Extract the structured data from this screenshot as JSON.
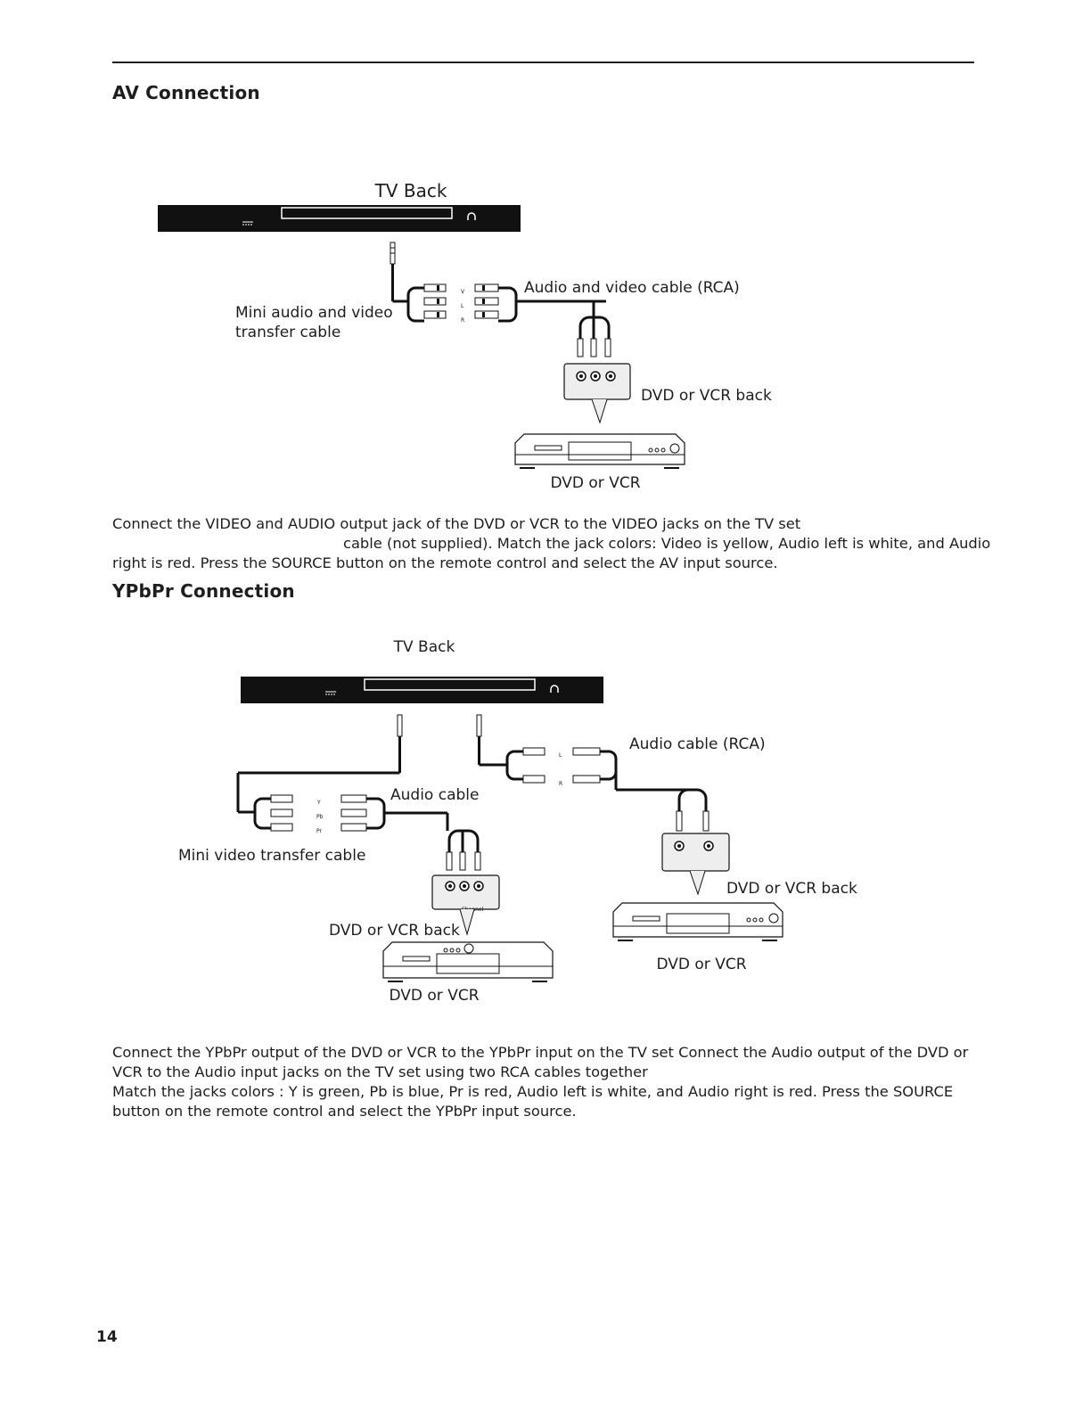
{
  "av": {
    "heading": "AV Connection",
    "tv_back": "TV Back",
    "mini_cable": [
      "Mini audio and video",
      "transfer cable"
    ],
    "rca_cable": "Audio and video cable (RCA)",
    "dvd_back": "DVD or VCR back",
    "dvd": "DVD or VCR",
    "jacks": [
      "V",
      "L",
      "R"
    ],
    "paragraph": [
      "Connect the VIDEO and AUDIO output jack of the DVD or VCR to the VIDEO jacks on the TV set",
      "cable (not supplied). Match the jack colors: Video is yellow, Audio left is white, and Audio",
      "right is red. Press the SOURCE button on the remote control and select the AV input source."
    ]
  },
  "ypbpr": {
    "heading": "YPbPr Connection",
    "tv_back": "TV Back",
    "audio_rca": "Audio cable (RCA)",
    "audio_cable": "Audio cable",
    "mini_video": "Mini video transfer cable",
    "dvd_back_left": "DVD or VCR back",
    "dvd_left": "DVD or VCR",
    "dvd_back_right": "DVD or VCR back",
    "dvd_right": "DVD or VCR",
    "video_jacks": [
      "Y",
      "Pb",
      "Pr"
    ],
    "channel_label": "Channel",
    "audio_jacks": [
      "L",
      "R"
    ],
    "paragraph": [
      "Connect the YPbPr output of the DVD or VCR to the YPbPr input on the TV set Connect the Audio output of the DVD or",
      "VCR to the Audio input jacks on the TV set using two RCA cables together",
      "Match the jacks colors : Y is green, Pb is blue, Pr is red, Audio left is white, and Audio right is red. Press the SOURCE",
      "button on the remote control and select the YPbPr input source."
    ]
  },
  "page_number": "14"
}
